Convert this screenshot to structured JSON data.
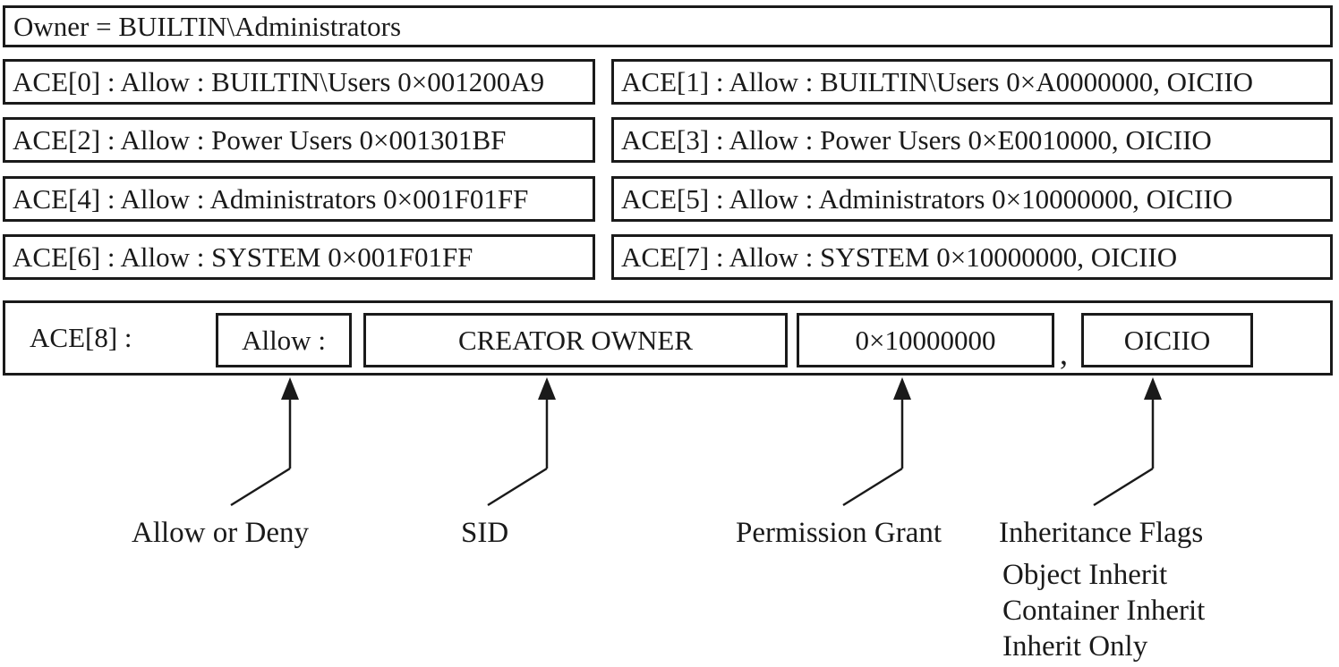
{
  "diagram": {
    "owner": "Owner = BUILTIN\\Administrators",
    "aces": [
      "ACE[0] : Allow : BUILTIN\\Users 0×001200A9",
      "ACE[1] : Allow : BUILTIN\\Users 0×A0000000, OICIIO",
      "ACE[2] : Allow : Power Users 0×001301BF",
      "ACE[3] : Allow : Power Users 0×E0010000, OICIIO",
      "ACE[4] : Allow : Administrators 0×001F01FF",
      "ACE[5] : Allow : Administrators 0×10000000, OICIIO",
      "ACE[6] : Allow : SYSTEM 0×001F01FF",
      "ACE[7] : Allow : SYSTEM 0×10000000, OICIIO"
    ],
    "ace8": {
      "label": "ACE[8] :",
      "access_type": "Allow :",
      "sid": "CREATOR OWNER",
      "permission": "0×10000000",
      "separator": ",",
      "inheritance_flags": "OICIIO"
    },
    "callouts": [
      "Allow or Deny",
      "SID",
      "Permission Grant",
      "Inheritance Flags"
    ],
    "inheritance_flag_meanings": [
      "Object Inherit",
      "Container Inherit",
      "Inherit Only"
    ],
    "colors": {
      "ink": "#1a1a1a",
      "background": "#ffffff"
    }
  }
}
